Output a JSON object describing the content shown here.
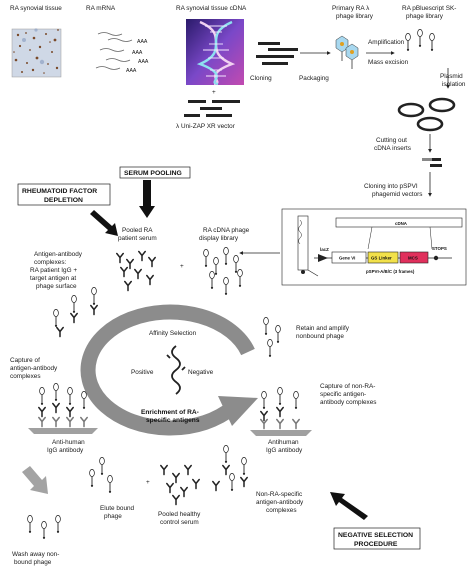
{
  "labels": {
    "tissue": "RA synovial tissue",
    "mrna": "RA mRNA",
    "cdna": "RA synovial tissue cDNA",
    "primary_lib_1": "Primary RA λ",
    "primary_lib_2": "phage library",
    "pbluescript_1": "RA pBluescript SK-",
    "pbluescript_2": "phage library",
    "aaa": "AAA",
    "cloning": "Cloning",
    "packaging": "Packaging",
    "amplification": "Amplification",
    "mass_excision": "Mass excision",
    "plasmid_1": "Plasmid",
    "plasmid_2": "isolation",
    "plus": "+",
    "vector": "λ Uni-ZAP XR vector",
    "cutting_1": "Cutting out",
    "cutting_2": "cDNA inserts",
    "cloning_pspvi_1": "Cloning into pSPVI",
    "cloning_pspvi_2": "phagemid vectors",
    "serum_pooling": "SERUM POOLING",
    "rf_depletion_1": "RHEUMATOID FACTOR",
    "rf_depletion_2": "DEPLETION",
    "pooled_1": "Pooled RA",
    "pooled_2": "patient serum",
    "display_1": "RA cDNA phage",
    "display_2": "display library",
    "complexes_1": "Antigen-antibody",
    "complexes_2": "complexes:",
    "complexes_3": "RA patient IgG +",
    "complexes_4": "target antigen at",
    "complexes_5": "phage surface",
    "affinity": "Affinity Selection",
    "positive": "Positive",
    "negative": "Negative",
    "enrichment_1": "Enrichment of RA-",
    "enrichment_2": "specific antigens",
    "retain_1": "Retain and amplify",
    "retain_2": "nonbound phage",
    "capture_ra_1": "Capture of",
    "capture_ra_2": "antigen-antibody",
    "capture_ra_3": "complexes",
    "capture_non_1": "Capture of non-RA-",
    "capture_non_2": "specific antigen-",
    "capture_non_3": "antibody complexes",
    "anti_human_1": "Anti-human",
    "anti_human_2": "IgG antibody",
    "antihuman_1": "Antihuman",
    "antihuman_2": "IgG antibody",
    "elute_1": "Elute bound",
    "elute_2": "phage",
    "pooled_ctrl_1": "Pooled healthy",
    "pooled_ctrl_2": "control serum",
    "non_ra_1": "Non-RA-specific",
    "non_ra_2": "antigen-antibody",
    "non_ra_3": "complexes",
    "wash_1": "Wash away non-",
    "wash_2": "bound phage",
    "negsel_1": "NEGATIVE SELECTION",
    "negsel_2": "PROCEDURE",
    "vector_cdna": "cDNA",
    "vector_lacz": "lacZ",
    "vector_gene": "Gene VI",
    "vector_gs": "GS Linker",
    "vector_mcs": "MCS",
    "vector_stops": "STOPS",
    "vector_name": "pSPVI-A/B/C (3 frames)"
  },
  "colors": {
    "cycle_arrow": "#8c8c8c",
    "gray_arrow": "#a3a3a3",
    "tissue_bg": "#cfd8e6",
    "tissue_dots": "#7a4a2a",
    "dna_bg": "#6a3fb8",
    "gs_linker": "#f2e14a",
    "mcs": "#e0305c",
    "plate": "#a0a0a0"
  }
}
